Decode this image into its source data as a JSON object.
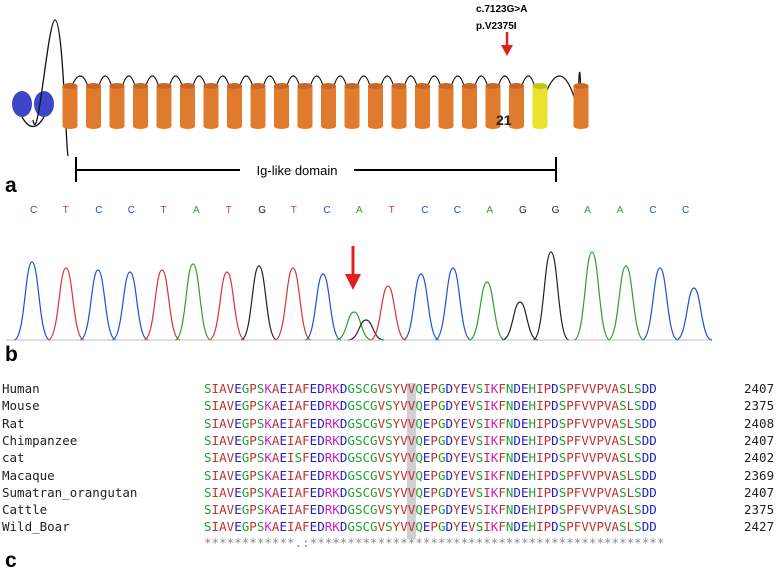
{
  "panel_a": {
    "letter": "a",
    "mutation_cdna": "c.7123G>A",
    "mutation_protein": "p.V2375I",
    "domain_number": "21",
    "domain_label": "Ig-like domain",
    "colors": {
      "ig_domain": "#e07b2e",
      "highlight_domain": "#e8e22a",
      "signal_circles": "#3d45c8",
      "arrow": "#e02020"
    }
  },
  "panel_b": {
    "letter": "b",
    "bases": [
      "C",
      "T",
      "C",
      "C",
      "T",
      "A",
      "T",
      "G",
      "T",
      "C",
      "A",
      "T",
      "C",
      "C",
      "A",
      "G",
      "G",
      "A",
      "A",
      "C",
      "C"
    ],
    "colors": {
      "A": "#2ca02c",
      "C": "#1f4fd6",
      "G": "#222222",
      "T": "#e03030"
    }
  },
  "panel_c": {
    "letter": "c",
    "rows": [
      {
        "name": "Human",
        "seq": "SIAVEGPSKAEIAFEDRKDGSCGVSYVVQEPGDYEVSIKFNDEHIPDSPFVVPVASLSDD",
        "num": "2407"
      },
      {
        "name": "Mouse",
        "seq": "SIAVEGPSKAEIAFEDRKDGSCGVSYVVQEPGDYEVSIKFNDEHIPDSPFVVPVASLSDD",
        "num": "2375"
      },
      {
        "name": "Rat",
        "seq": "SIAVEGPSKAEIAFEDRKDGSCGVSYVVQEPGDYEVSIKFNDEHIPDSPFVVPVASLSDD",
        "num": "2408"
      },
      {
        "name": "Chimpanzee",
        "seq": "SIAVEGPSKAEIAFEDRKDGSCGVSYVVQEPGDYEVSIKFNDEHIPDSPFVVPVASLSDD",
        "num": "2407"
      },
      {
        "name": "cat",
        "seq": "SIAVEGPSKAEISFEDRKDGSCGVSYVVQEPGDYEVSIKFNDEHIPDSPFVVPVASLSDD",
        "num": "2402"
      },
      {
        "name": "Macaque",
        "seq": "SIAVEGPSKAEIAFEDRKDGSCGVSYVVQEPGDYEVSIKFNDEHIPDSPFVVPVASLSDD",
        "num": "2369"
      },
      {
        "name": "Sumatran_orangutan",
        "seq": "SIAVEGPSKAEIAFEDRKDGSCGVSYVVQEPGDYEVSIKFNDEHIPDSPFVVPVASLSDD",
        "num": "2407"
      },
      {
        "name": "Cattle",
        "seq": "SIAVEGPSKAEIAFEDRKDGSCGVSYVVQEPGDYEVSIKFNDEHIPDSPFVVPVASLSDD",
        "num": "2375"
      },
      {
        "name": "Wild_Boar",
        "seq": "SIAVEGPSKAEIAFEDRKDGSCGVSYVVQEPGDYEVSIKFNDEHIPDSPFVVPVASLSDD",
        "num": "2427"
      }
    ],
    "consensus": "************.:***********************************************",
    "highlight_column": 27,
    "colors": {
      "hydrophobic": "#c03030",
      "acidic": "#2020d0",
      "basic": "#d020c0",
      "polar": "#20a030",
      "highlight_bg": "#d0d0d0"
    }
  }
}
